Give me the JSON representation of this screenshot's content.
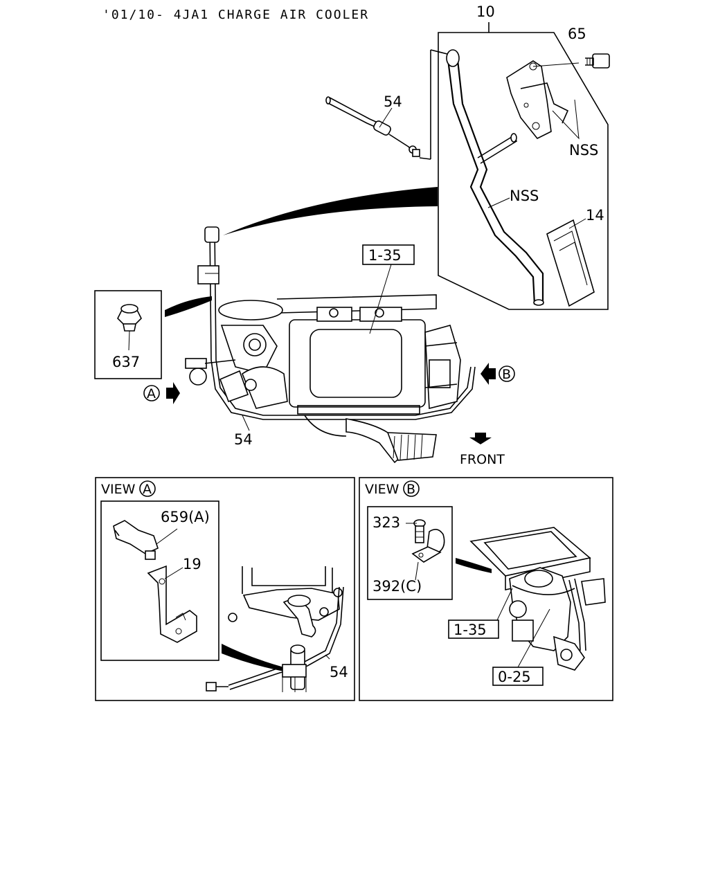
{
  "header": {
    "title": "'01/10- 4JA1 CHARGE AIR COOLER"
  },
  "callouts": {
    "c10": "10",
    "c65": "65",
    "c54_top": "54",
    "nss_1": "NSS",
    "nss_2": "NSS",
    "c14": "14",
    "c1_35_main": "1-35",
    "c637": "637",
    "arrow_a": "A",
    "arrow_b": "B",
    "c54_main": "54",
    "front": "FRONT"
  },
  "view_a": {
    "view_label": "VIEW",
    "view_letter": "A",
    "c659": "659(A)",
    "c19": "19",
    "c54": "54"
  },
  "view_b": {
    "view_label": "VIEW",
    "view_letter": "B",
    "c323": "323",
    "c392": "392(C)",
    "c1_35": "1-35",
    "c0_25": "0-25"
  }
}
